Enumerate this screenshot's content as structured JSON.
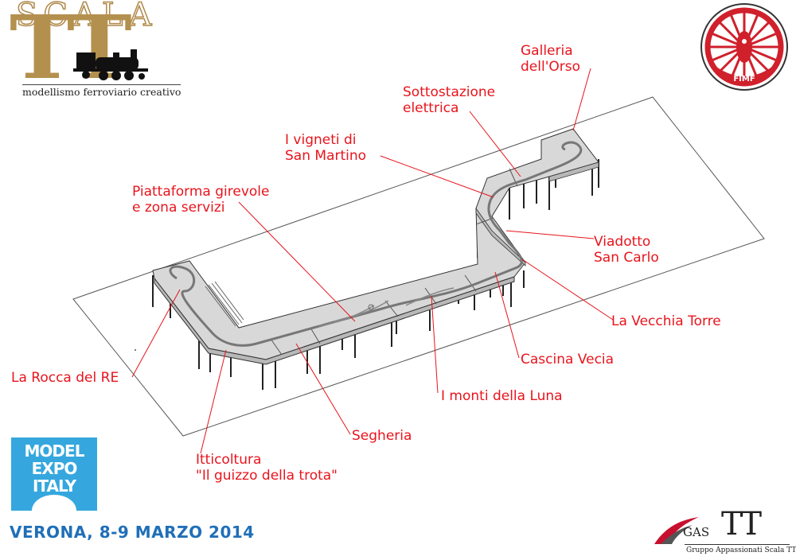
{
  "logo": {
    "brand_top": "SCALA",
    "brand_big": "TT",
    "tagline": "modellismo ferroviario creativo"
  },
  "fimf": {
    "text": "FIMF",
    "color": "#d0202c"
  },
  "labels": {
    "galleria": "Galleria\ndell'Orso",
    "sottostazione": "Sottostazione\nelettrica",
    "vigneti": "I vigneti di\nSan Martino",
    "piattaforma": "Piattaforma girevole\ne zona servizi",
    "viadotto": "Viadotto\nSan Carlo",
    "vecchia_torre": "La Vecchia Torre",
    "cascina": "Cascina Vecia",
    "monti": "I monti della Luna",
    "rocca": "La Rocca del RE",
    "segheria": "Segheria",
    "itticoltura": "Itticoltura\n\"Il guizzo della trota\""
  },
  "expo": {
    "line1": "MODEL",
    "line2": "EXPO",
    "line3": "ITALY",
    "color": "#35a7de"
  },
  "event": {
    "date_text": "VERONA, 8-9 MARZO 2014",
    "color": "#1f6fb8"
  },
  "gas": {
    "gas_text": "GAS",
    "tt_text": "TT",
    "subtitle": "Gruppo Appassionati Scala TT",
    "accent": "#c8102e"
  },
  "colors": {
    "label": "#e8141c",
    "gold": "#b4904e"
  }
}
